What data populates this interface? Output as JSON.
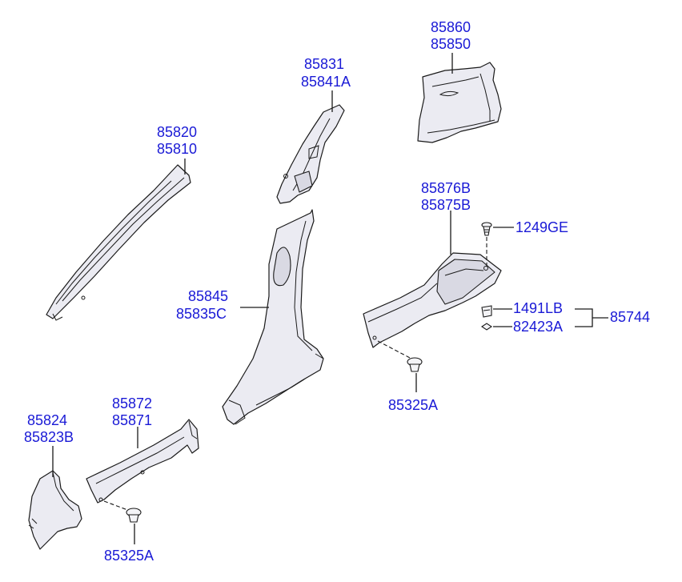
{
  "labels": {
    "a_pillar_rh": "85820",
    "a_pillar_lh": "85810",
    "b_pillar_upper_rh": "85831",
    "b_pillar_upper_lh": "85841A",
    "c_pillar_rh": "85860",
    "c_pillar_lh": "85850",
    "b_pillar_lower_rh": "85845",
    "b_pillar_lower_lh": "85835C",
    "rear_scuff_rh": "85876B",
    "rear_scuff_lh": "85875B",
    "screw": "1249GE",
    "clip_nut": "1491LB",
    "clip_retainer": "82423A",
    "clip_assy": "85744",
    "fastener_rear": "85325A",
    "cowl_side_rh": "85824",
    "cowl_side_lh": "85823B",
    "front_scuff_rh": "85872",
    "front_scuff_lh": "85871",
    "fastener_front": "85325A"
  },
  "colors": {
    "label": "#1a1ad6",
    "outline": "#1a1a1a",
    "part_fill": "#ebebf2"
  }
}
